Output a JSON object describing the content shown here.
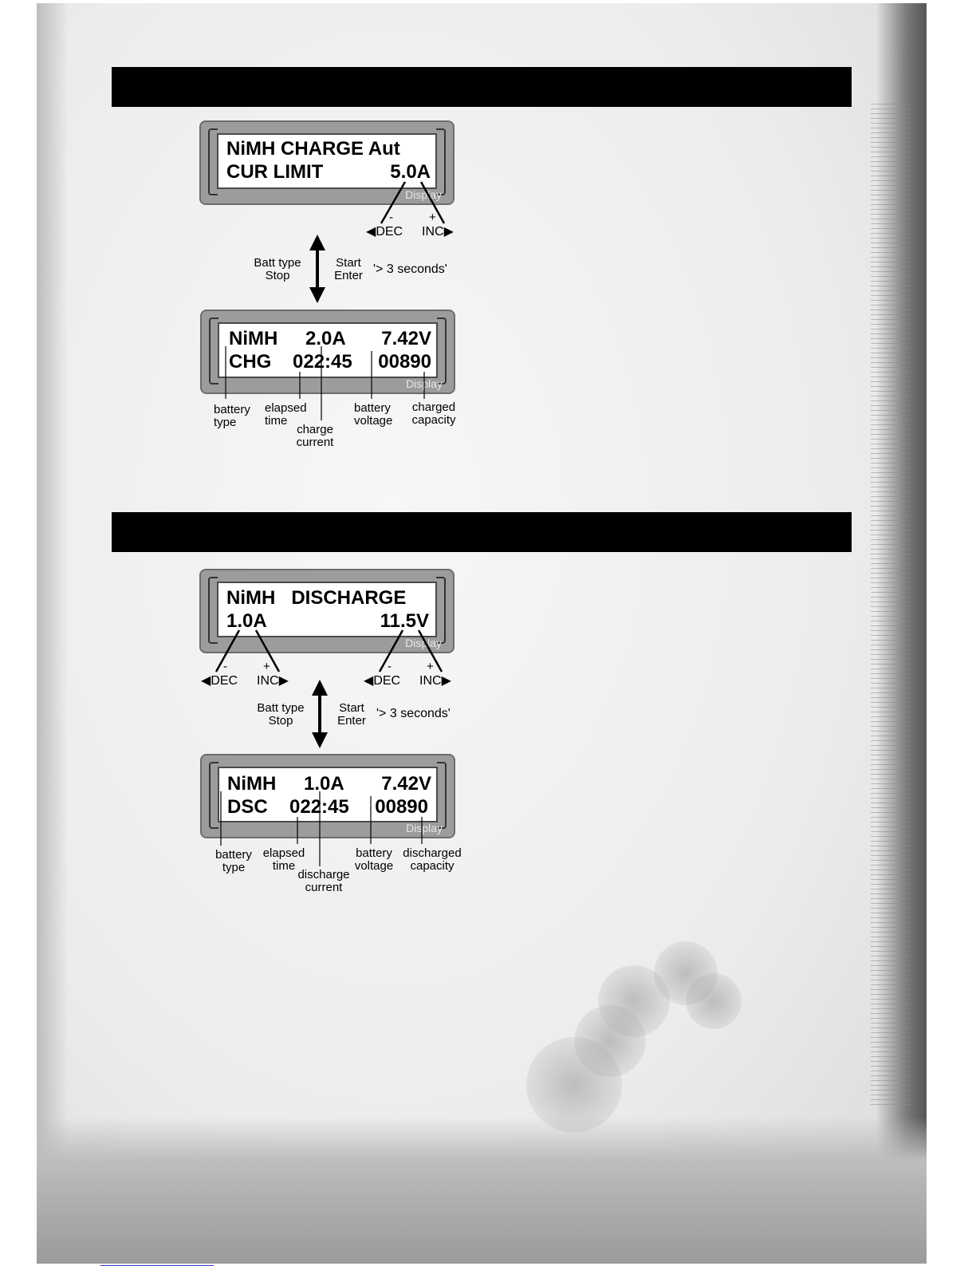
{
  "charge": {
    "setup_display": {
      "line1": "NiMH  CHARGE  Aut",
      "line2_left": "CUR  LIMIT",
      "line2_right": "5.0A",
      "tag": "Display"
    },
    "dec": {
      "sign": "-",
      "label": "DEC"
    },
    "inc": {
      "sign": "+",
      "label": "INC"
    },
    "stop_label": "Batt type\nStop",
    "start_label": "Start\nEnter",
    "hold": "'> 3 seconds'",
    "run_display": {
      "l1a": "NiMH",
      "l1b": "2.0A",
      "l1c": "7.42V",
      "l2a": "CHG",
      "l2b": "022:45",
      "l2c": "00890",
      "tag": "Display"
    },
    "callouts": {
      "battery_type": "battery\ntype",
      "elapsed_time": "elapsed\ntime",
      "current": "charge\ncurrent",
      "battery_voltage": "battery\nvoltage",
      "capacity": "charged\ncapacity"
    }
  },
  "discharge": {
    "setup_display": {
      "line1": "NiMH   DISCHARGE",
      "line2_left": "1.0A",
      "line2_right": "11.5V",
      "tag": "Display"
    },
    "dec": {
      "sign": "-",
      "label": "DEC"
    },
    "inc": {
      "sign": "+",
      "label": "INC"
    },
    "stop_label": "Batt type\nStop",
    "start_label": "Start\nEnter",
    "hold": "'> 3 seconds'",
    "run_display": {
      "l1a": "NiMH",
      "l1b": "1.0A",
      "l1c": "7.42V",
      "l2a": "DSC",
      "l2b": "022:45",
      "l2c": "00890",
      "tag": "Display"
    },
    "callouts": {
      "battery_type": "battery\ntype",
      "elapsed_time": "elapsed\ntime",
      "current": "discharge\ncurrent",
      "battery_voltage": "battery\nvoltage",
      "capacity": "discharged\ncapacity"
    }
  },
  "glyphs": {
    "arrow_left": "◀",
    "arrow_right": "▶"
  }
}
